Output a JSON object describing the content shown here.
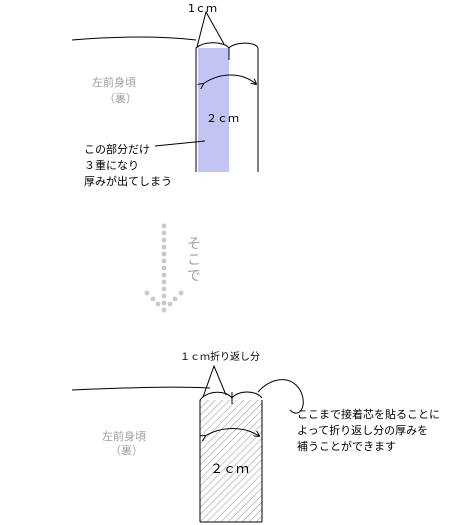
{
  "top": {
    "width_top": "1ｃｍ",
    "panel_label": "左前身頃",
    "panel_sub": "（裏）",
    "width_mid": "２ｃｍ",
    "note_lines": [
      "この部分だけ",
      "３重になり",
      "厚みが出てしまう"
    ]
  },
  "transition": "そこで",
  "bottom": {
    "fold_label": "１ｃｍ折り返し分",
    "panel_label": "左前身頃",
    "panel_sub": "（裏）",
    "width_mid": "２ｃｍ",
    "note_lines": [
      "ここまで接着芯を貼ることに",
      "よって折り返し分の厚みを",
      "補うことができます"
    ]
  },
  "colors": {
    "overlap_fill": "#c4c4f4",
    "gray_text": "#a0a0a0",
    "arrow_dots": "#c8c8c8"
  }
}
